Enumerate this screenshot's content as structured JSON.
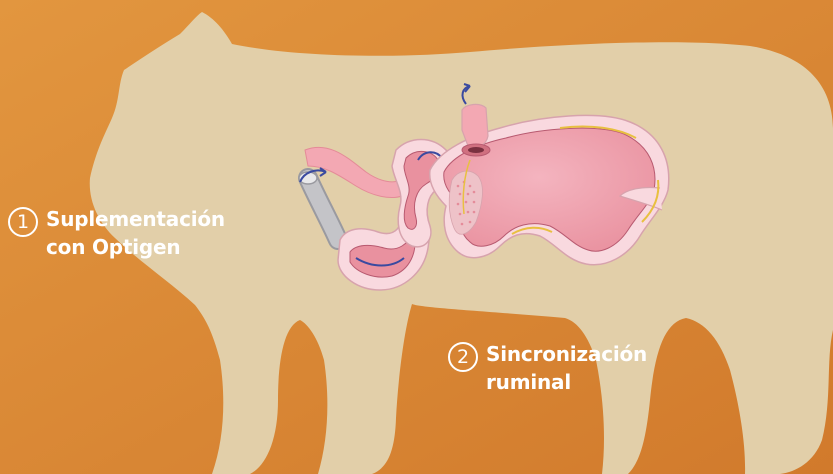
{
  "colors": {
    "background_light": "#e2963f",
    "background_dark": "#d17a2c",
    "cow_silhouette": "#e2cfa9",
    "stomach_wall": "#f9d9df",
    "stomach_inner": "#e9919f",
    "stomach_outline": "#b85a70",
    "esophagus_pink": "#f3a8b3",
    "tube_grey": "#c4c4c8",
    "papillae": "#eec2c8",
    "gold_lining": "#e8c040",
    "flow_arrow": "#3a4aa0",
    "label_text": "#ffffff"
  },
  "labels": [
    {
      "number": "1",
      "lines": [
        "Suplementación",
        "con Optigen"
      ]
    },
    {
      "number": "2",
      "lines": [
        "Sincronización",
        "ruminal"
      ]
    }
  ]
}
